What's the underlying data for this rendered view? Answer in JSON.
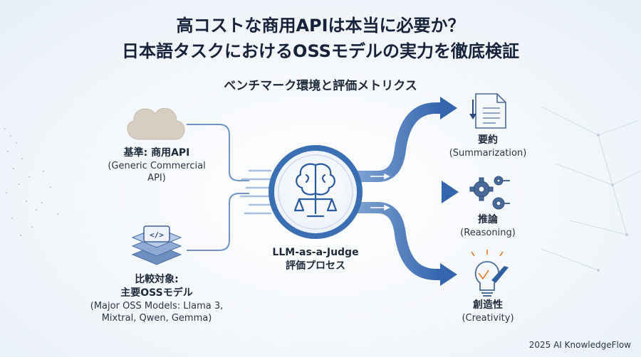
{
  "title": {
    "line1": "高コストな商用APIは本当に必要か？",
    "line2": "日本語タスクにおけるOSSモデルの実力を徹底検証"
  },
  "subtitle": "ベンチマーク環境と評価メトリクス",
  "inputs": {
    "baseline": {
      "label_bold": "基準: 商用API",
      "label_line1": "(Generic Commercial",
      "label_line2": "API)",
      "icon": "cloud-icon"
    },
    "comparison": {
      "label_bold1": "比較対象:",
      "label_bold2": "主要OSSモデル",
      "label_line1": "(Major OSS Models: Llama 3,",
      "label_line2": "Mixtral, Qwen, Gemma)",
      "icon": "stacked-layers-code-icon"
    }
  },
  "judge": {
    "label_line1": "LLM-as-a-Judge",
    "label_line2": "評価プロセス",
    "icon": "brain-scale-icon"
  },
  "outputs": [
    {
      "label_bold": "要約",
      "label_sub": "(Summarization)",
      "icon": "document-icon"
    },
    {
      "label_bold": "推論",
      "label_sub": "(Reasoning)",
      "icon": "gears-icon"
    },
    {
      "label_bold": "創造性",
      "label_sub": "(Creativity)",
      "icon": "lightbulb-icon"
    }
  ],
  "footer": "2025 AI KnowledgeFlow",
  "colors": {
    "primary_blue": "#3b6fb3",
    "light_blue": "#9cb8dc",
    "cloud": "#d8cdc2",
    "dark": "#16233a"
  }
}
